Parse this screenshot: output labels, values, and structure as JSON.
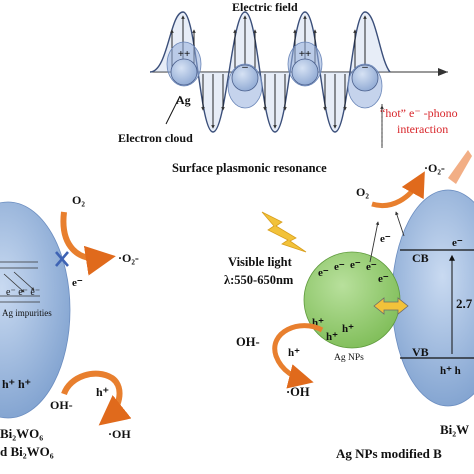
{
  "top": {
    "field_label": "Electric field",
    "ag_label": "Ag",
    "electron_cloud_label": "Electron cloud",
    "spr_label": "Surface plasmonic resonance",
    "hot_phonon_line1": "“hot” e⁻ -phono",
    "hot_phonon_line2": "interaction",
    "charge_plus": "++",
    "charge_minus": "–"
  },
  "left": {
    "o2": "O₂",
    "superoxide": "·O₂-",
    "e_minus": "e⁻",
    "band_electrons": "e⁻ e⁻ e⁻",
    "ag_impurities": "Ag impurities",
    "holes": "h⁺ h⁺",
    "h_plus": "h⁺",
    "oh_minus": "OH-",
    "oh_radical": "·OH",
    "label_line1": "Bi₂WO₆",
    "label_line2": "d Bi₂WO₆"
  },
  "right": {
    "visible_light_line1": "Visible light",
    "visible_light_line2": "λ:550-650nm",
    "o2": "O₂",
    "superoxide": "·O₂-",
    "e_minus": "e⁻",
    "np_electrons": [
      "e⁻",
      "e⁻",
      "e⁻",
      "e⁻",
      "e⁻"
    ],
    "np_holes": [
      "h⁺",
      "h⁺",
      "h⁺"
    ],
    "ag_nps": "Ag NPs",
    "oh_minus": "OH-",
    "h_plus": "h⁺",
    "oh_radical": "·OH",
    "cb": "CB",
    "vb": "VB",
    "cb_electron": "e⁻",
    "vb_hole": "h⁺ h",
    "gap_value": "2.7",
    "bi2wo6": "Bi₂W",
    "caption": "Ag NPs modified B"
  },
  "colors": {
    "semiconductor": "#a9c3e6",
    "ag_np": "#93cd6f",
    "arrow": "#e87f2e",
    "hot_text": "#d8262b",
    "wave": "#3b4f7a",
    "cross": "#3e63b4"
  }
}
